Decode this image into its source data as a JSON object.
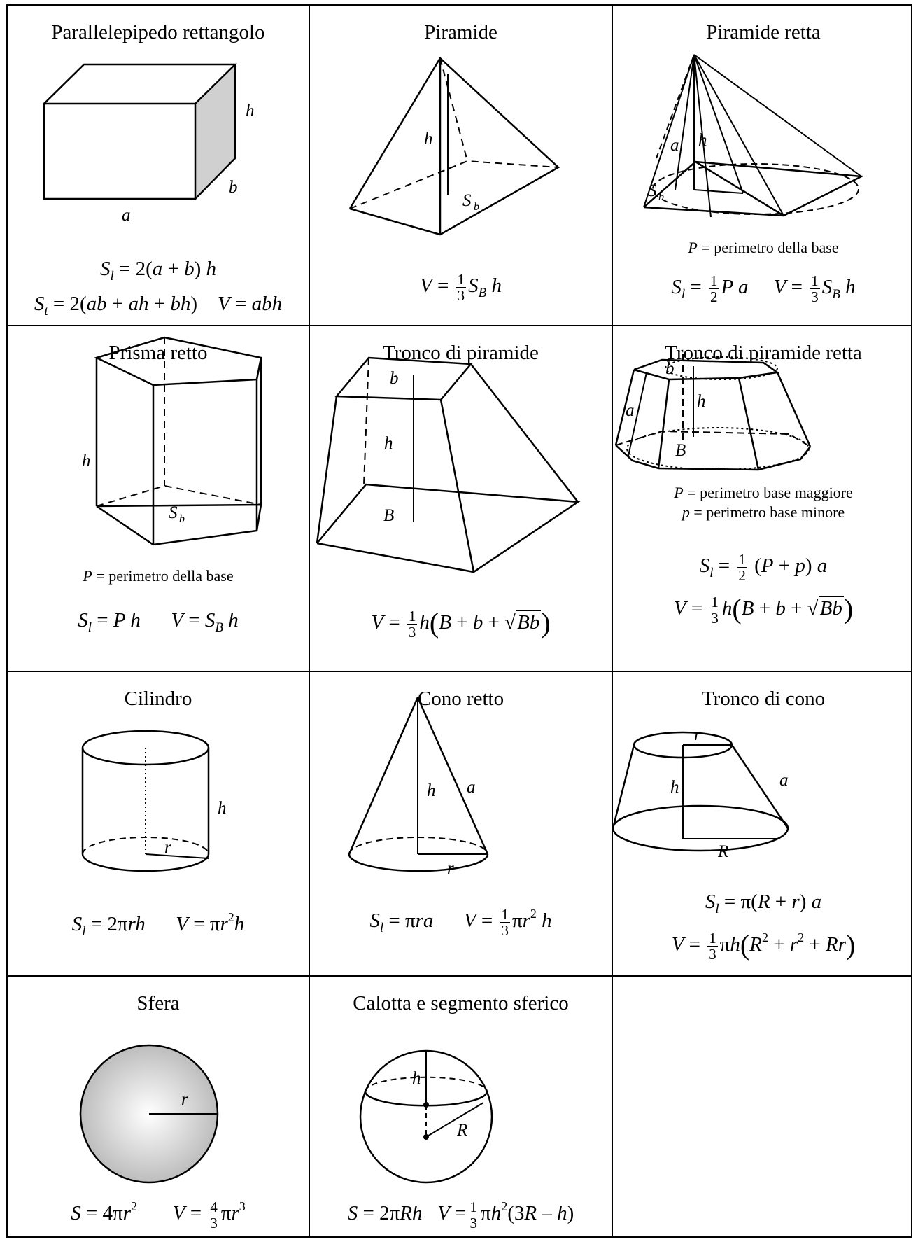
{
  "shapes": [
    {
      "title": "Parallelepipedo rettangolo",
      "labels": {
        "h": "h",
        "b": "b",
        "a": "a"
      }
    },
    {
      "title": "Piramide",
      "labels": {
        "h": "h",
        "s": "S",
        "s_sub": "b"
      }
    },
    {
      "title": "Piramide retta",
      "labels": {
        "a": "a",
        "h": "h",
        "s": "S",
        "s_sub": "b"
      },
      "note": "= perimetro della base",
      "note_var": "P"
    },
    {
      "title": "Prisma retto",
      "labels": {
        "h": "h",
        "s": "S",
        "s_sub": "b"
      },
      "note": "= perimetro della base",
      "note_var": "P"
    },
    {
      "title": "Tronco di piramide",
      "labels": {
        "b": "b",
        "h": "h",
        "B": "B"
      }
    },
    {
      "title": "Tronco di piramide retta",
      "labels": {
        "b": "b",
        "a": "a",
        "h": "h",
        "B": "B"
      },
      "note1": "= perimetro base maggiore",
      "note1_var": "P",
      "note2": "= perimetro base minore",
      "note2_var": "p"
    },
    {
      "title": "Cilindro",
      "labels": {
        "h": "h",
        "r": "r"
      }
    },
    {
      "title": "Cono retto",
      "labels": {
        "h": "h",
        "a": "a",
        "r": "r"
      }
    },
    {
      "title": "Tronco di cono",
      "labels": {
        "r": "r",
        "h": "h",
        "a": "a",
        "R": "R"
      }
    },
    {
      "title": "Sfera",
      "labels": {
        "r": "r"
      }
    },
    {
      "title": "Calotta e segmento sferico",
      "labels": {
        "h": "h",
        "R": "R"
      }
    }
  ],
  "frac": {
    "one": "1",
    "three": "3",
    "two": "2",
    "four": "4"
  }
}
